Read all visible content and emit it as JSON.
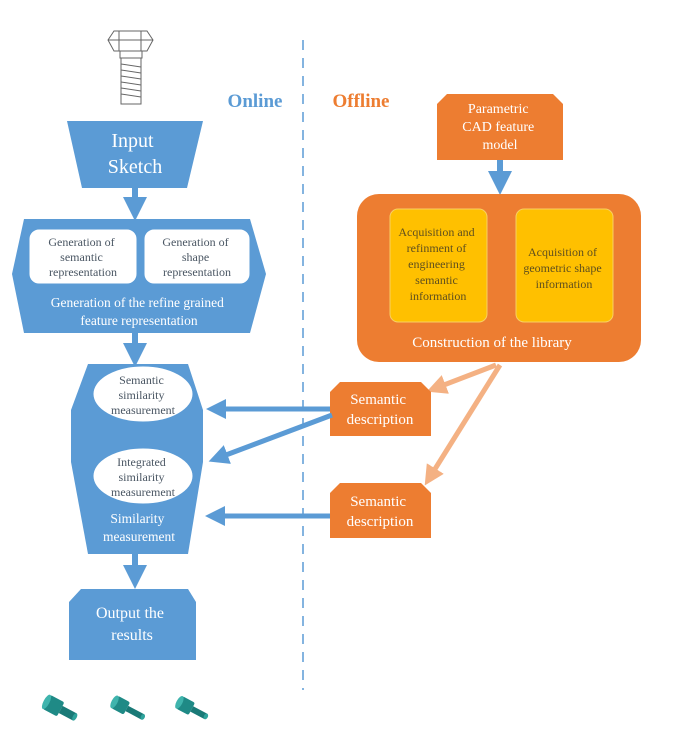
{
  "headers": {
    "online": "Online",
    "offline": "Offline"
  },
  "online": {
    "input_sketch": [
      "Input",
      "Sketch"
    ],
    "semantic_rep": [
      "Generation of",
      "semantic",
      "representation"
    ],
    "shape_rep": [
      "Generation of",
      "shape",
      "representation"
    ],
    "refine_caption": [
      "Generation of the refine grained",
      "feature representation"
    ],
    "semantic_similarity": [
      "Semantic",
      "similarity",
      "measurement"
    ],
    "integrated_similarity": [
      "Integrated",
      "similarity",
      "measurement"
    ],
    "similarity_caption": [
      "Similarity",
      "measurement"
    ],
    "output": [
      "Output the",
      "results"
    ]
  },
  "offline": {
    "cad_model": [
      "Parametric",
      "CAD feature",
      "model"
    ],
    "acq_semantic": [
      "Acquisition and",
      "refinment of",
      "engineering",
      "semantic",
      "information"
    ],
    "acq_geometric": [
      "Acquisition of",
      "geometric shape",
      "information"
    ],
    "library_caption": "Construction of the library",
    "semantic_desc_1": [
      "Semantic",
      "description"
    ],
    "semantic_desc_2": [
      "Semantic",
      "description"
    ]
  },
  "colors": {
    "blue": "#5b9bd5",
    "orange": "#ed7d31",
    "yellow": "#ffc000",
    "light_orange": "#f4b183"
  },
  "icons": [
    "bolt-sketch-icon",
    "part-model-icon"
  ]
}
